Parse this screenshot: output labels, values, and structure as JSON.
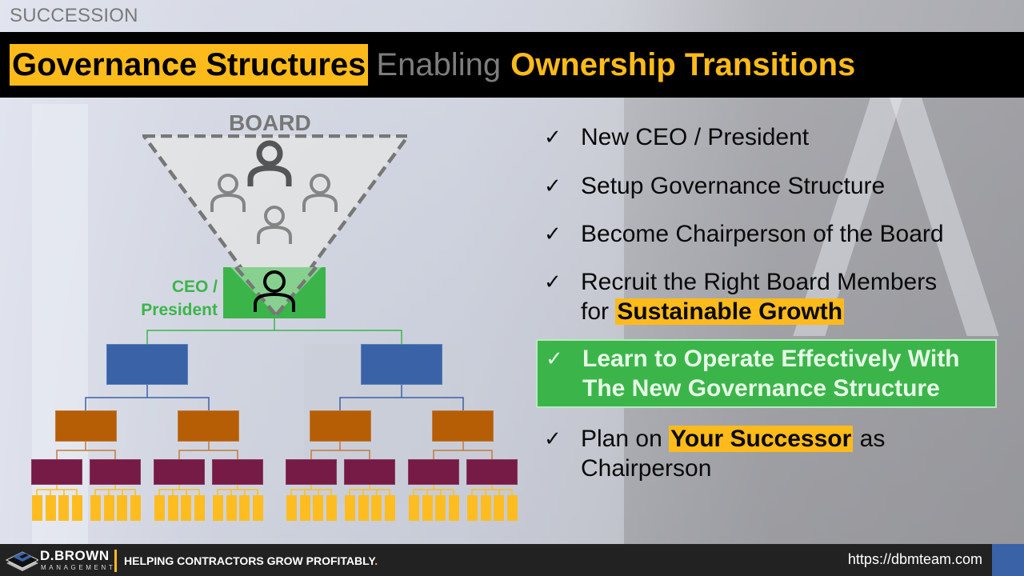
{
  "header": {
    "section": "SUCCESSION",
    "title_highlight": "Governance Structures",
    "title_middle": "Enabling",
    "title_end": "Ownership Transitions"
  },
  "diagram": {
    "board_label": "BOARD",
    "ceo_label_line1": "CEO /",
    "ceo_label_line2": "President",
    "board_member_icons": [
      "person-icon-chair",
      "person-icon",
      "person-icon",
      "person-icon"
    ],
    "levels": {
      "ceo": 1,
      "level2_blue": 2,
      "level3_orange": 4,
      "level4_purple": 8,
      "level5_yellow": 32
    },
    "colors": {
      "ceo": "#3bb54a",
      "blue": "#3a62a7",
      "orange": "#b55e06",
      "purple": "#751b46",
      "yellow": "#fdbd20",
      "board_dashed": "#777777"
    }
  },
  "checklist": {
    "check_glyph": "✓",
    "items": [
      {
        "text": "New CEO / President"
      },
      {
        "text": "Setup Governance Structure"
      },
      {
        "text": "Become Chairperson of the Board"
      },
      {
        "line1": "Recruit the Right Board Members",
        "line2_prefix": "for ",
        "line2_highlight": "Sustainable Growth"
      },
      {
        "line1": "Learn to Operate Effectively With",
        "line2": "The New Governance Structure",
        "emphasized": true
      },
      {
        "line1_prefix": "Plan on ",
        "line1_highlight": "Your Successor",
        "line1_suffix": " as",
        "line2": "Chairperson"
      }
    ]
  },
  "footer": {
    "brand_name": "D.BROWN",
    "brand_sub": "MANAGEMENT",
    "tagline": "HELPING CONTRACTORS GROW PROFITABLY",
    "tagline_dot": ".",
    "url": "https://dbmteam.com"
  }
}
